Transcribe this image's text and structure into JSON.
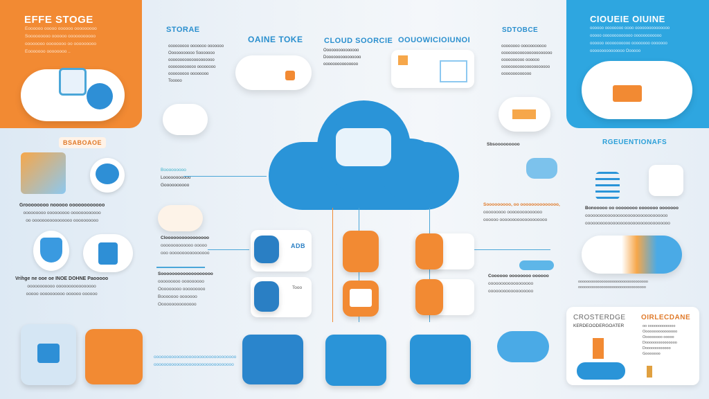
{
  "left_panel": {
    "title": "EFFE STOGE",
    "lines": [
      "Eoooooo ooooo oooooo ooooooooo",
      "Sooooooooo oooooo ooooooooooo",
      "oooooooo oooooooo oo ooooooooo",
      "Eooooooo oooooooo .."
    ]
  },
  "left_badge": "BSABOAOE",
  "left_caption1": {
    "title": "Groooooooo nooooo oooooooooooo",
    "lines": [
      "ooooooooo ooooooooo oooooooooooo",
      "oo oooooooooooooooo oooooooooo"
    ]
  },
  "left_caption2": {
    "title": "Vrihge ne ooe oe INOE DOHNE Paooooo",
    "lines": [
      "ooooooooooo oooooooooooooooo",
      "ooooo oooooooooo oooooo oooooo"
    ]
  },
  "col2": {
    "title": "STORAE",
    "lines": [
      "ooooooooo ooooooo ooooooo",
      "Ooooooooooo Sooooooo",
      "oooooooooooooooooooo",
      "oooooooooooo oooooooo",
      "ooooooooo oooooooo",
      "Tooooo"
    ]
  },
  "col2_mid": {
    "lines": [
      "Booooooooo",
      "Looooooooooo",
      "Goooooooooo"
    ]
  },
  "col2_low": {
    "title": "Cloooooooooooooooo",
    "lines": [
      "ooooooooooooo ooooo",
      "ooo oooooooooooooooo"
    ]
  },
  "col2_bottom": {
    "title": "Sooooooooooooooooooo",
    "lines": [
      "ooooooooo ooooooooo",
      "Ooooooooo ooooooooo",
      "Booooooo ooooooo",
      "Ooooooooooooooo"
    ]
  },
  "online_store": {
    "title": "OAINE TOKE"
  },
  "cloud_storage": {
    "title": "CLOUD SOORCIE",
    "lines": [
      "Ooooooooooooooo",
      "Dooooooooooooooo",
      "ooooooooooooooo"
    ]
  },
  "cloud_online": {
    "title": "OOUOWICIOIUNOI"
  },
  "storage_right": {
    "title": "SDTOBCE",
    "lines": [
      "oooooooo ooooooooooo",
      "oooooooooooooooooooooo",
      "oooooooooo oooooo",
      "ooooooooooooooooooooo",
      "ooooooooooooo"
    ]
  },
  "right_panel": {
    "title": "CIOUEIE OIUINE",
    "lines": [
      "oooooo oooooooo oooo ooooooooooooooo",
      "ooooo ooooooooooooo oooooooooooo",
      "oooooo ooooooooooo oooooooo ooooooo",
      "ooooooooooooooo Oooooo"
    ]
  },
  "mid_right_label": "Sbsooooooooo",
  "mid_right_caption": {
    "title": "Sooooooooo, oo oooooooooooooo,",
    "lines": [
      "ooooooooo oooooooooooooo",
      "oooooo ooooooooooooooooooo"
    ]
  },
  "mid_right_caption2": {
    "title": "Coooooo oooooooo oooooo",
    "lines": [
      "oooooooooooooooooo",
      "oooooooooooooooooo"
    ]
  },
  "right_section": {
    "title": "RGEUENTIONAFS",
    "caption_title": "Bonooooo oo oooooooo ooooooo ooooooo",
    "lines": [
      "ooooooooooooooooooooooooooooooooo",
      "oooooooooooooooooooooooooooooooooo"
    ]
  },
  "right_bottom_lines": [
    "ooooooooooooooooooooooooooooooooo",
    "oooooooooooooooooooooooooooooooo"
  ],
  "bottom_card": {
    "left_title": "CROSTERDGE",
    "left_sub": "KERDEOODERGOATER",
    "right_title": "OIRLECDANE",
    "lines": [
      "oo ooooooooooooo",
      "Oooooooooooooooo",
      "Ooooooooo ooooo",
      "Dooooooooooooooo",
      "Doooooooooooo",
      "Gooooooo"
    ]
  },
  "box_labels": [
    "ADB",
    "Tooo"
  ],
  "colors": {
    "orange": "#f28a33",
    "blue": "#2ea6e0",
    "dark_blue": "#1a7fc4"
  }
}
